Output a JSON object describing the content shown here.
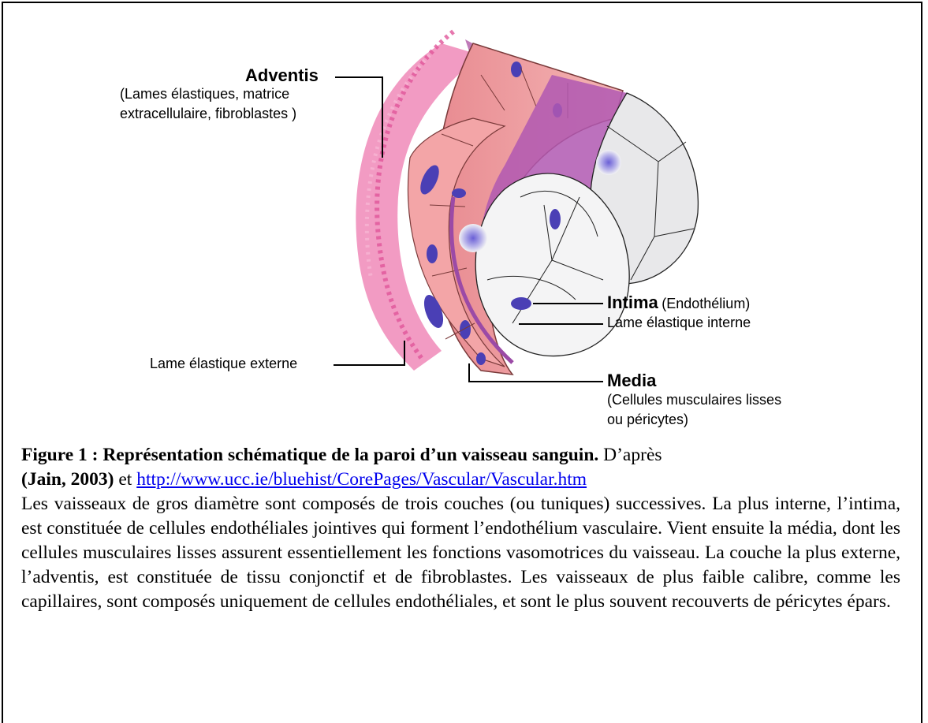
{
  "labels": {
    "adventis_title": "Adventis",
    "adventis_line1": "(Lames élastiques, matrice",
    "adventis_line2": "extracellulaire, fibroblastes )",
    "intima_title": "Intima",
    "intima_sub": "(Endothélium)",
    "lame_interne": "Lame élastique interne",
    "lame_externe": "Lame élastique externe",
    "media_title": "Media",
    "media_line1": "(Cellules musculaires lisses",
    "media_line2": "ou péricytes)"
  },
  "caption": {
    "figure_title": "Figure 1 : Représentation schématique de la paroi d’un vaisseau sanguin.",
    "after_prefix": " D’après",
    "citation": "(Jain, 2003)",
    "et": " et ",
    "url": "http://www.ucc.ie/bluehist/CorePages/Vascular/Vascular.htm",
    "body": "Les vaisseaux de gros diamètre sont composés de trois couches (ou tuniques) successives. La plus interne, l’intima, est constituée de cellules endothéliales jointives qui forment l’endothélium vasculaire. Vient ensuite la média, dont les cellules musculaires lisses assurent essentiellement les fonctions vasomotrices du vaisseau. La couche la plus externe, l’adventis, est constituée de tissu conjonctif et de fibroblastes. Les vaisseaux de plus faible calibre, comme les capillaires, sont composés uniquement de cellules endothéliales, et sont le plus souvent recouverts de péricytes épars."
  }
}
